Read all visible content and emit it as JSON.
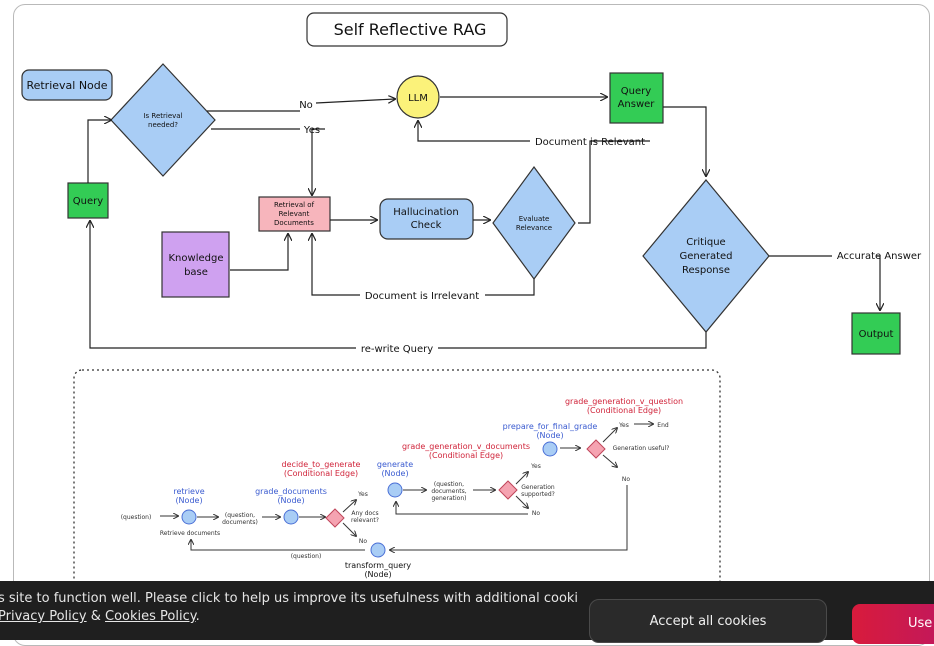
{
  "diagram": {
    "title": "Self Reflective RAG",
    "nodes": {
      "retrieval_node": "Retrieval Node",
      "is_retrieval_line1": "Is Retrieval",
      "is_retrieval_line2": "needed?",
      "llm": "LLM",
      "query_answer_line1": "Query",
      "query_answer_line2": "Answer",
      "query": "Query",
      "knowledge_line1": "Knowledge",
      "knowledge_line2": "base",
      "retrieval_docs_line1": "Retrieval of",
      "retrieval_docs_line2": "Relevant",
      "retrieval_docs_line3": "Documents",
      "hallucination_line1": "Hallucination",
      "hallucination_line2": "Check",
      "evaluate_line1": "Evaluate",
      "evaluate_line2": "Relevance",
      "critique_line1": "Critique",
      "critique_line2": "Generated",
      "critique_line3": "Response",
      "output": "Output"
    },
    "edges": {
      "no": "No",
      "yes": "Yes",
      "doc_relevant": "Document is Relevant",
      "doc_irrelevant": "Document is Irrelevant",
      "accurate": "Accurate Answer",
      "rewrite": "re-write Query"
    },
    "graph": {
      "retrieve": "retrieve",
      "node": "(Node)",
      "grade_documents": "grade_documents",
      "decide_to_generate": "decide_to_generate",
      "conditional_edge": "(Conditional Edge)",
      "generate": "generate",
      "grade_gen_docs": "grade_generation_v_documents",
      "prepare_final": "prepare_for_final_grade",
      "grade_gen_question": "grade_generation_v_question",
      "transform_query": "transform_query",
      "question": "(question)",
      "question_docs_line1": "(question,",
      "question_docs_line2": "documents)",
      "question_docs_gen_line1": "(question,",
      "question_docs_gen_line2": "documents,",
      "question_docs_gen_line3": "generation)",
      "retrieve_documents": "Retrieve documents",
      "any_docs_line1": "Any docs",
      "any_docs_line2": "relevant?",
      "gen_supported_line1": "Generation",
      "gen_supported_line2": "supported?",
      "gen_useful": "Generation useful?",
      "yes": "Yes",
      "no": "No",
      "end": "End"
    }
  },
  "cookie": {
    "text": "s site to function well. Please click to help us improve its usefulness with additional cookies. Learn",
    "privacy": "Privacy Policy",
    "amp": " & ",
    "cookies_policy": "Cookies Policy",
    "period": ".",
    "accept": "Accept all cookies",
    "use": "Use"
  }
}
